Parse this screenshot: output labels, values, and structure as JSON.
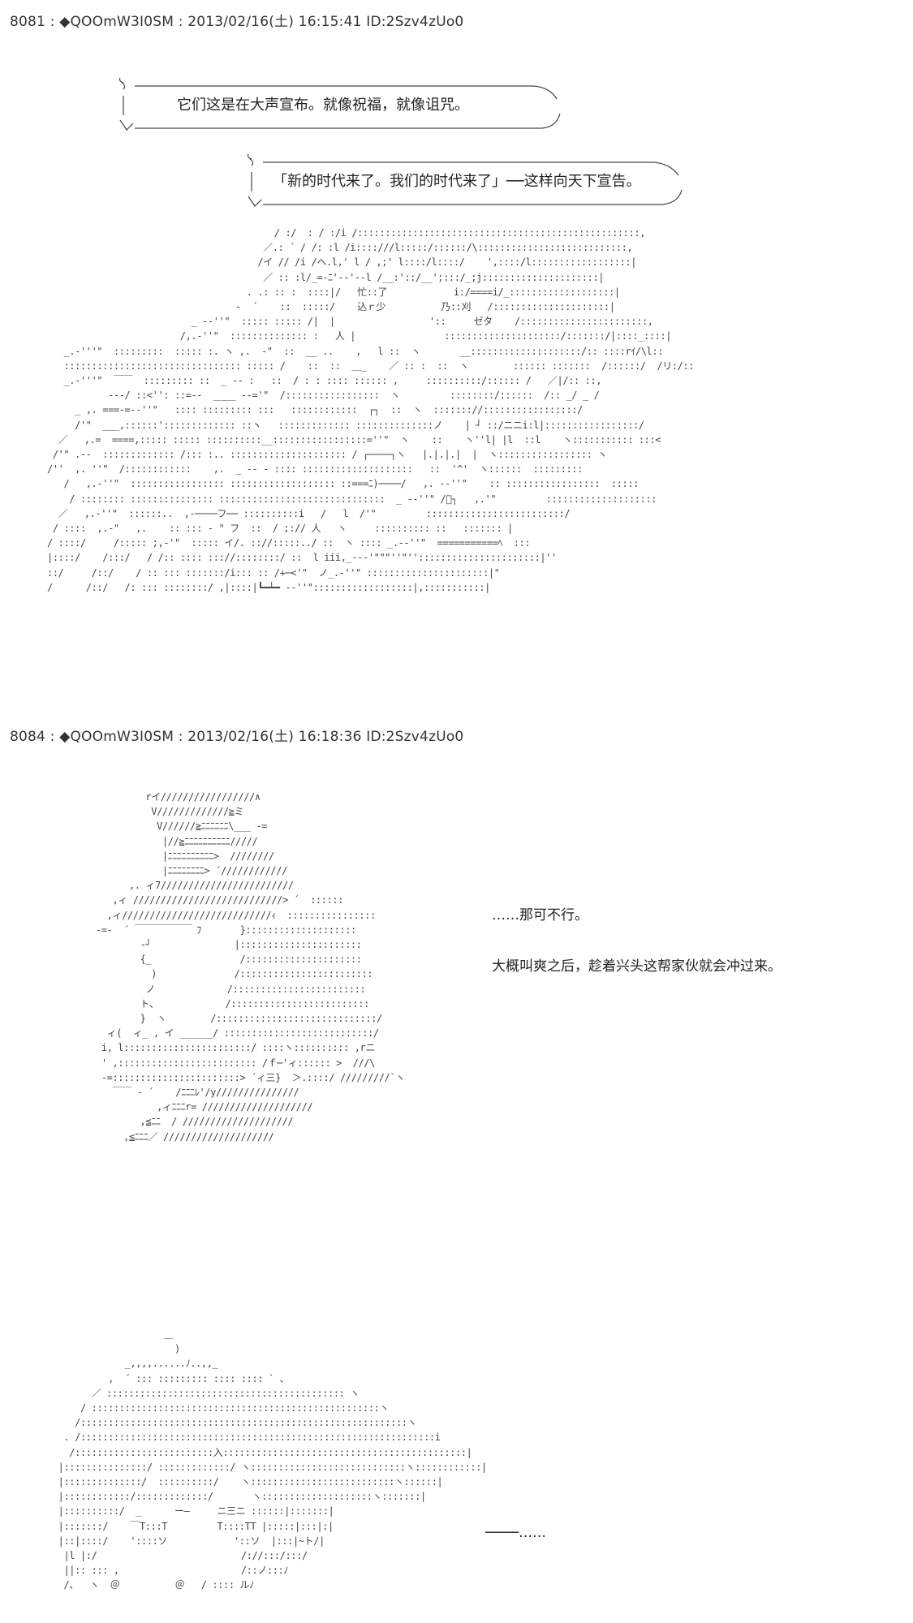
{
  "posts": [
    {
      "header": "8081 : ◆QOOmW3I0SM : 2013/02/16(土) 16:15:41 ID:2Szv4zUo0",
      "bubbles": [
        {
          "text": "它们这是在大声宣布。就像祝福，就像诅咒。"
        },
        {
          "text": "「新的时代来了。我们的时代来了」──这样向天下宣告。"
        }
      ],
      "art_labels": [
        "忙::了",
        "込ｒ少",
        "乃::刈",
        "ゼタ"
      ]
    },
    {
      "header": "8084 : ◆QOOmW3I0SM : 2013/02/16(土) 16:18:36 ID:2Szv4zUo0",
      "narration": [
        "……那可不行。",
        "大概叫爽之后，趁着兴头这帮家伙就会冲过来。",
        "────……"
      ]
    }
  ],
  "icons": [
    "speech-bubble-icon"
  ]
}
